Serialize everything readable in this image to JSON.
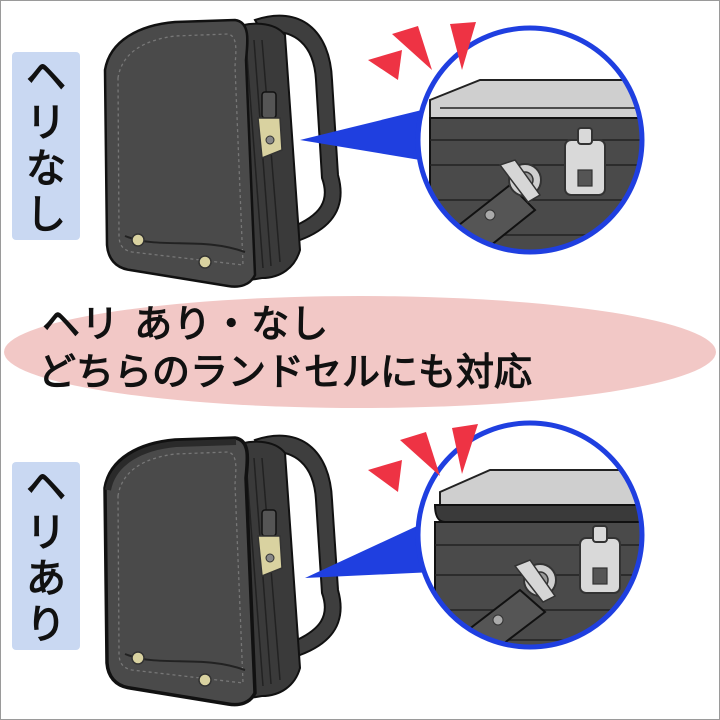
{
  "labels": {
    "top": [
      "ヘ",
      "リ",
      "な",
      "し"
    ],
    "bottom": [
      "ヘ",
      "リ",
      "あ",
      "り"
    ]
  },
  "banner": {
    "line1": "ヘリ あり・なし",
    "line2": "どちらのランドセルにも対応"
  },
  "colors": {
    "label_bg": "#c9d8f2",
    "banner_bg": "#f2c8c6",
    "zoom_circle": "#1f3fe0",
    "alert_marks": "#ee3344",
    "bag_body": "#4a4a4a",
    "buckle": "#d9d2a0"
  }
}
